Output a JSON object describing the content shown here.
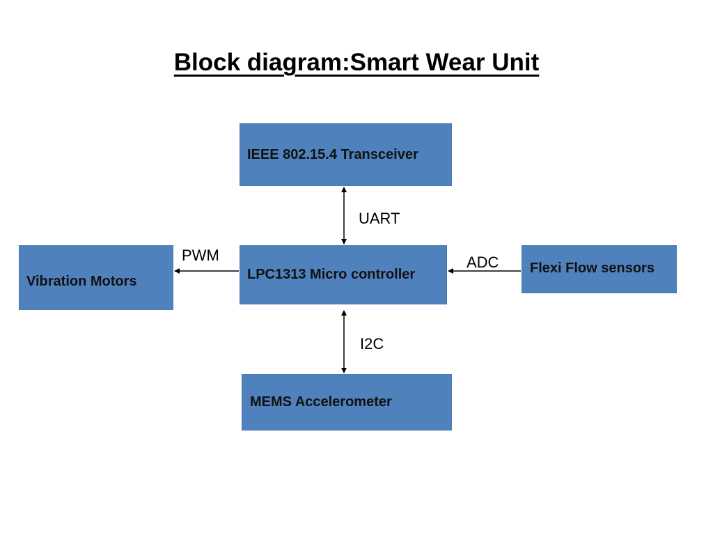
{
  "title": "Block diagram:Smart Wear Unit",
  "blocks": {
    "transceiver": "IEEE 802.15.4 Transceiver",
    "microcontroller": "LPC1313 Micro controller",
    "vibration_motors": "Vibration Motors",
    "flexi_flow_sensors": "Flexi Flow sensors",
    "mems_accelerometer": "MEMS Accelerometer"
  },
  "connections": {
    "uart": "UART",
    "pwm": "PWM",
    "adc": "ADC",
    "i2c": "I2C"
  },
  "colors": {
    "block_fill": "#4f81bd",
    "block_text": "#111111",
    "arrow": "#000000"
  }
}
